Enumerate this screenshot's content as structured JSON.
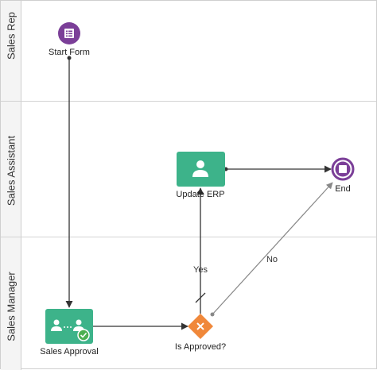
{
  "lanes": [
    {
      "label": "Sales Rep"
    },
    {
      "label": "Sales Assistant"
    },
    {
      "label": "Sales Manager"
    }
  ],
  "nodes": {
    "start_form": {
      "label": "Start Form",
      "icon": "form-icon",
      "color": "#7b3f98"
    },
    "update_erp": {
      "label": "Update ERP",
      "icon": "user-icon",
      "color": "#3db38a"
    },
    "end": {
      "label": "End",
      "icon": "stop-icon",
      "color": "#7b3f98"
    },
    "sales_approval": {
      "label": "Sales Approval",
      "icon": "approval-icon",
      "color": "#3db38a"
    },
    "is_approved": {
      "label": "Is Approved?",
      "icon": "exclusive-gateway-icon",
      "color": "#f0883a"
    }
  },
  "edges": {
    "yes_label": "Yes",
    "no_label": "No"
  },
  "colors": {
    "lane_header_bg": "#f4f4f4",
    "connector": "#333333",
    "no_connector": "#888888",
    "check_badge": "#4caf50"
  }
}
